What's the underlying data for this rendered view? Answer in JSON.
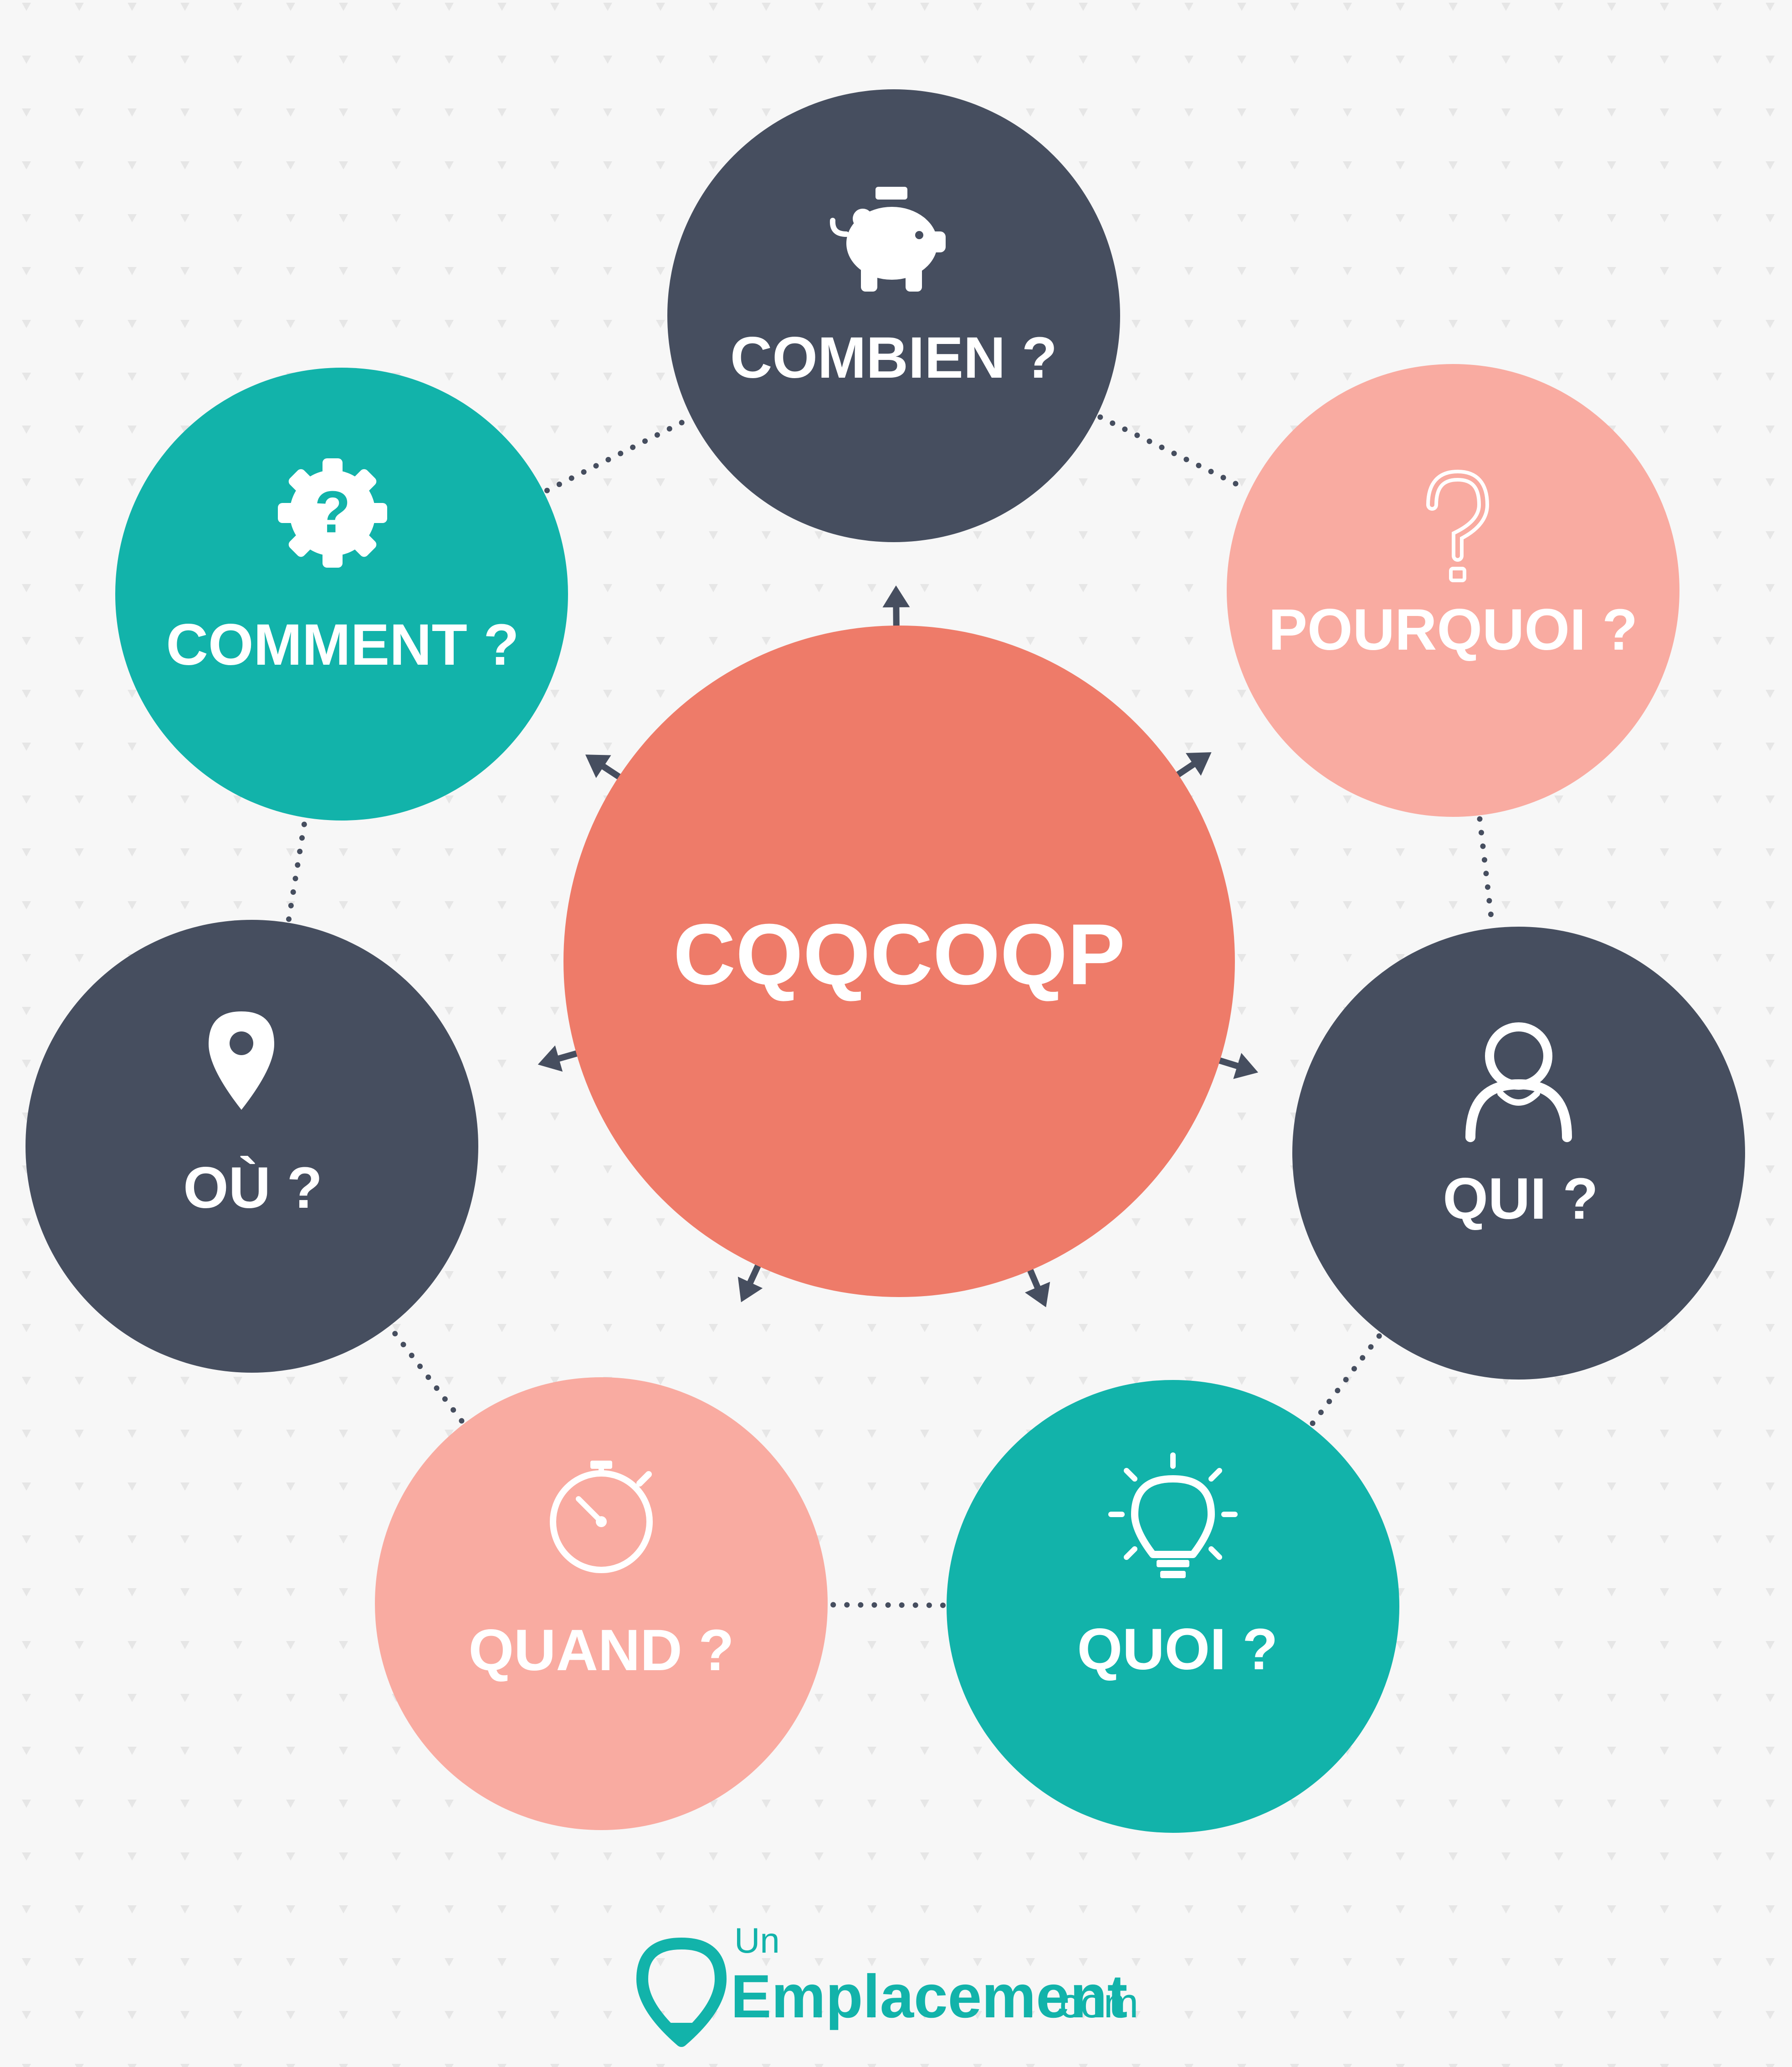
{
  "center": {
    "label": "CQQCOQP",
    "color": "#ee7b69"
  },
  "nodes": [
    {
      "id": "combien",
      "label": "COMBIEN ?",
      "icon": "piggy-bank-icon",
      "color": "#464e5f"
    },
    {
      "id": "pourquoi",
      "label": "POURQUOI ?",
      "icon": "question-mark-icon",
      "color": "#f9aba1"
    },
    {
      "id": "qui",
      "label": "QUI ?",
      "icon": "person-icon",
      "color": "#464e5f"
    },
    {
      "id": "quoi",
      "label": "QUOI ?",
      "icon": "lightbulb-icon",
      "color": "#12b3aa"
    },
    {
      "id": "quand",
      "label": "QUAND ?",
      "icon": "stopwatch-icon",
      "color": "#f9aba1"
    },
    {
      "id": "ou",
      "label": "OÙ ?",
      "icon": "location-pin-icon",
      "color": "#464e5f"
    },
    {
      "id": "comment",
      "label": "COMMENT ?",
      "icon": "gear-question-icon",
      "color": "#12b3aa"
    }
  ],
  "logo": {
    "small": "Un",
    "big": "Emplacement",
    "suffix": ".com",
    "icon": "map-pin-logo-icon",
    "color": "#12b3aa"
  },
  "colors": {
    "background": "#f7f7f7",
    "connector": "#464e5f",
    "arrow": "#464e5f",
    "pattern": "#e6e6e6"
  }
}
